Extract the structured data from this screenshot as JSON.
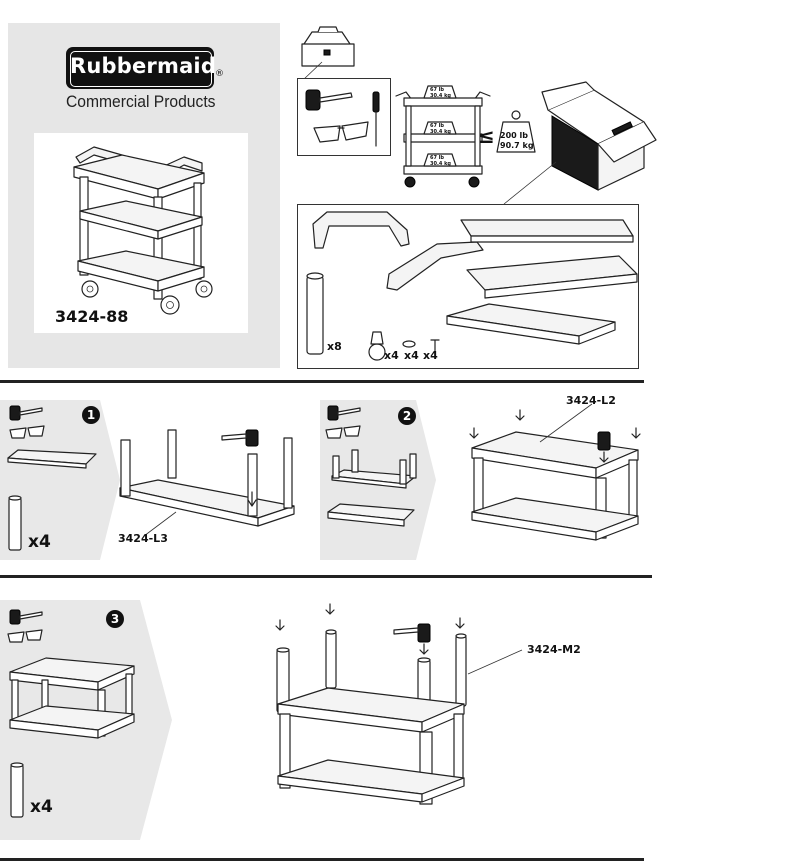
{
  "brand": {
    "logo_text": "Rubbermaid",
    "registered": "®",
    "subtitle": "Commercial Products"
  },
  "product": {
    "model": "3424-88"
  },
  "overview": {
    "weight_limit_lb": "200 lb",
    "weight_limit_kg": "90.7 kg",
    "shelf_load_lb": "67 lb",
    "shelf_load_kg": "30.4 kg",
    "leq_symbol": "≤"
  },
  "parts": {
    "posts_qty": "x8",
    "casters_qty": "x4",
    "caps_qty": "x4",
    "screws_qty": "x4"
  },
  "steps": [
    {
      "number": "1",
      "posts_qty": "x4",
      "shelf_label": "3424-L3"
    },
    {
      "number": "2",
      "shelf_label": "3424-L2"
    },
    {
      "number": "3",
      "posts_qty": "x4",
      "shelf_label": "3424-M2"
    }
  ]
}
